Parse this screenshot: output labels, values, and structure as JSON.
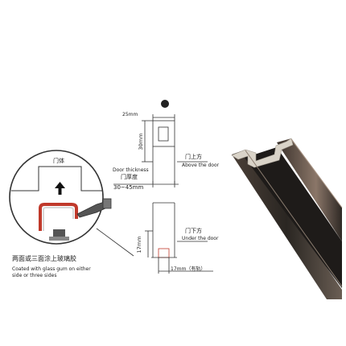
{
  "detail": {
    "door_body_label": "门体",
    "caption_cn": "两面或三面涂上玻璃胶",
    "caption_en_line1": "Coated with glass gum on either",
    "caption_en_line2": "side or three sides"
  },
  "dimensions": {
    "top_width": "25mm",
    "height": "30mm",
    "door_thickness_en": "Door thickness",
    "door_thickness_cn": "门厚度",
    "door_thickness_range": "30~45mm",
    "bottom_height": "17mm",
    "bottom_width": "17mm（有轨）"
  },
  "labels": {
    "above_cn": "门上方",
    "above_en": "Above the door",
    "under_cn": "门下方",
    "under_en": "Under the door"
  },
  "colors": {
    "profile_dark": "#2a2622",
    "profile_highlight": "#d9d3c8",
    "red_glue": "#c0392b",
    "line": "#333333"
  }
}
